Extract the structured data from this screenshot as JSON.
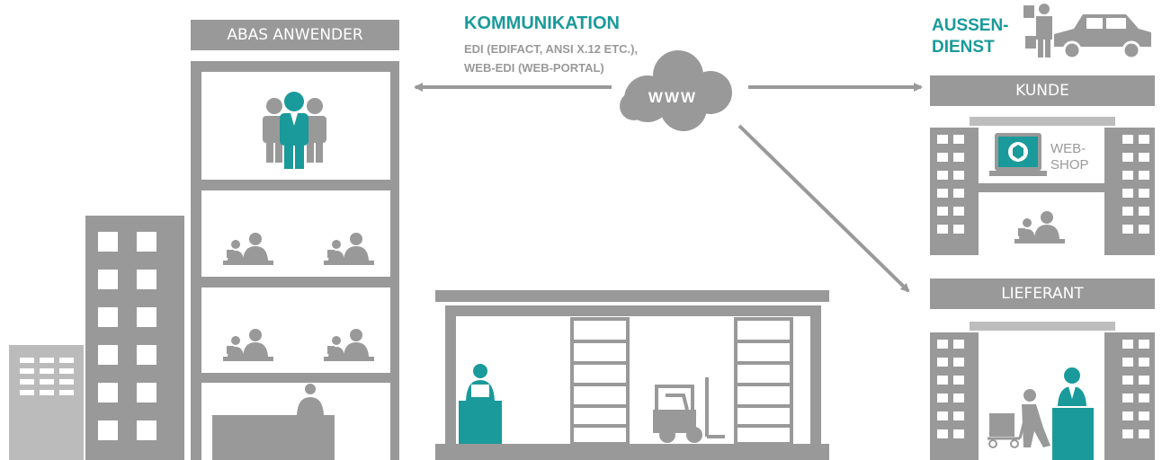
{
  "colors": {
    "gray": "#999999",
    "light_gray": "#bdbdbd",
    "teal": "#1a9a9a",
    "white": "#ffffff"
  },
  "labels": {
    "abas_anwender": "ABAS ANWENDER",
    "kommunikation": "KOMMUNIKATION",
    "kommunikation_line1": "EDI (EDIFACT, ANSI X.12 ETC.),",
    "kommunikation_line2": "WEB-EDI (WEB-PORTAL)",
    "www": "WWW",
    "aussendienst_line1": "AUSSEN-",
    "aussendienst_line2": "DIENST",
    "kunde": "KUNDE",
    "webshop_line1": "WEB-",
    "webshop_line2": "SHOP",
    "lieferant": "LIEFERANT"
  },
  "icons": [
    "people-group-icon",
    "office-worker-icon",
    "receptionist-icon",
    "warehouse-worker-icon",
    "forklift-icon",
    "cloud-icon",
    "laptop-icon",
    "car-icon",
    "sales-rep-icon",
    "delivery-worker-icon"
  ]
}
